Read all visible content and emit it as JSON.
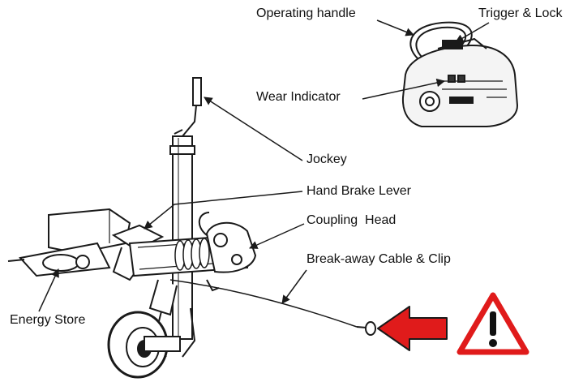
{
  "labels": {
    "operating_handle": "Operating handle",
    "trigger_lock": "Trigger & Lock",
    "wear_indicator": "Wear Indicator",
    "jockey": "Jockey",
    "hand_brake_lever": "Hand Brake Lever",
    "coupling_head": "Coupling  Head",
    "breakaway": "Break-away Cable & Clip",
    "energy_store": "Energy Store"
  },
  "icons": {
    "direction_arrow": "arrow-left-icon",
    "hazard": "warning-triangle-icon"
  },
  "colors": {
    "arrow": "#e01b1b",
    "warning_border": "#e01b1b",
    "line_art": "#1a1a1a"
  }
}
